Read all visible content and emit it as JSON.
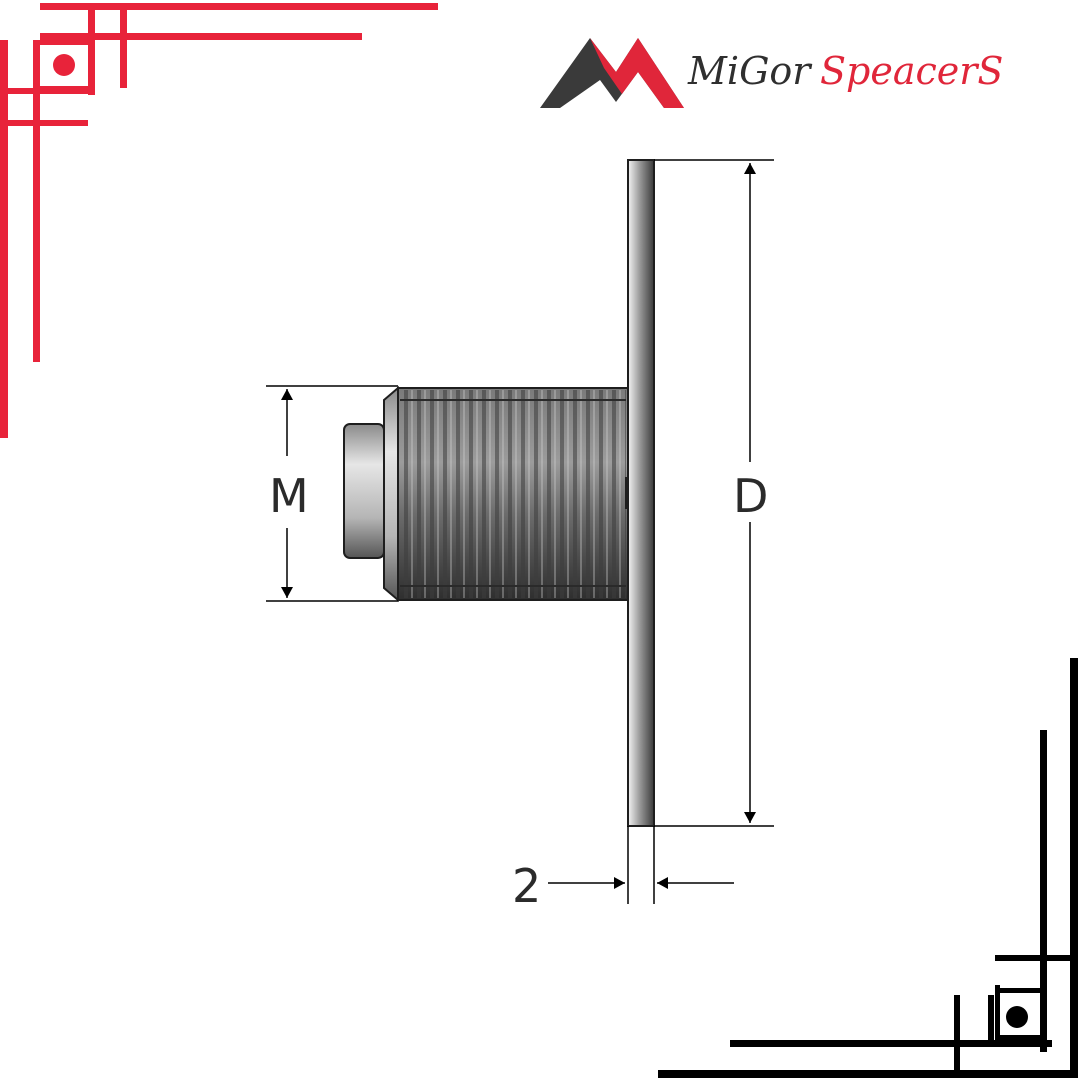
{
  "brand": {
    "name_part1": "MiGor",
    "name_part2": "SpeacerS",
    "accent_color": "#e0263a",
    "dark_color": "#2f2f2f",
    "logo_icon": "double-mountain-logo-icon"
  },
  "drawing": {
    "labels": {
      "thread": "M",
      "diameter": "D",
      "thickness": "2"
    }
  },
  "decorations": {
    "top_left_frame_color": "#e8233a",
    "bottom_right_frame_color": "#000000"
  }
}
